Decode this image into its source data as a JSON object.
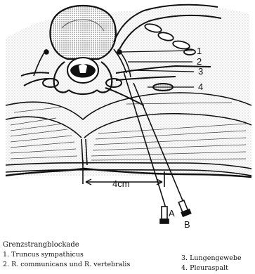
{
  "labels": {
    "n1": "1",
    "n2": "2",
    "n3": "3",
    "n4": "4",
    "needle_a": "A",
    "needle_b": "B",
    "distance": "4cm"
  },
  "caption": {
    "title": "Grenzstrangblockade",
    "legend": [
      "1. Truncus sympathicus",
      "2. R. communicans und R. vertebralis",
      "3. Lungengewebe",
      "4. Pleuraspalt"
    ]
  },
  "colors": {
    "ink": "#111111",
    "stipple": "#9a9a9a",
    "background": "#ffffff"
  }
}
